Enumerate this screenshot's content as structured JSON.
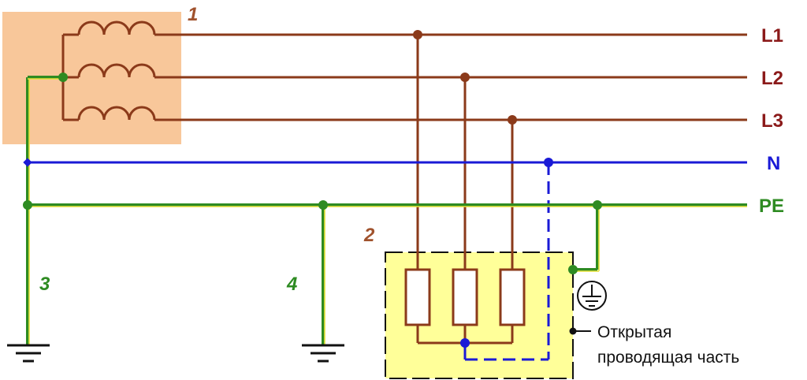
{
  "colors": {
    "phase": "#8B3A1A",
    "neutral": "#1A1AD6",
    "protective": "#2E8B22",
    "pe_stripe": "#E8E23A",
    "transformer_fill": "#F8C79A",
    "load_fill": "#FFFF99",
    "phase_label": "#8B1A1A",
    "neutral_label": "#1A1AD6",
    "pe_label": "#2E8B22"
  },
  "lines": {
    "l1": "L1",
    "l2": "L2",
    "l3": "L3",
    "n": "N",
    "pe": "PE"
  },
  "callouts": {
    "transformer": "1",
    "consumer": "2",
    "source_ground": "3",
    "repeat_ground": "4"
  },
  "exposed_part": {
    "line1": "Открытая",
    "line2": "проводящая часть"
  },
  "icons": [
    "ground-symbol-icon",
    "protective-earth-icon",
    "transformer-winding-icon"
  ]
}
